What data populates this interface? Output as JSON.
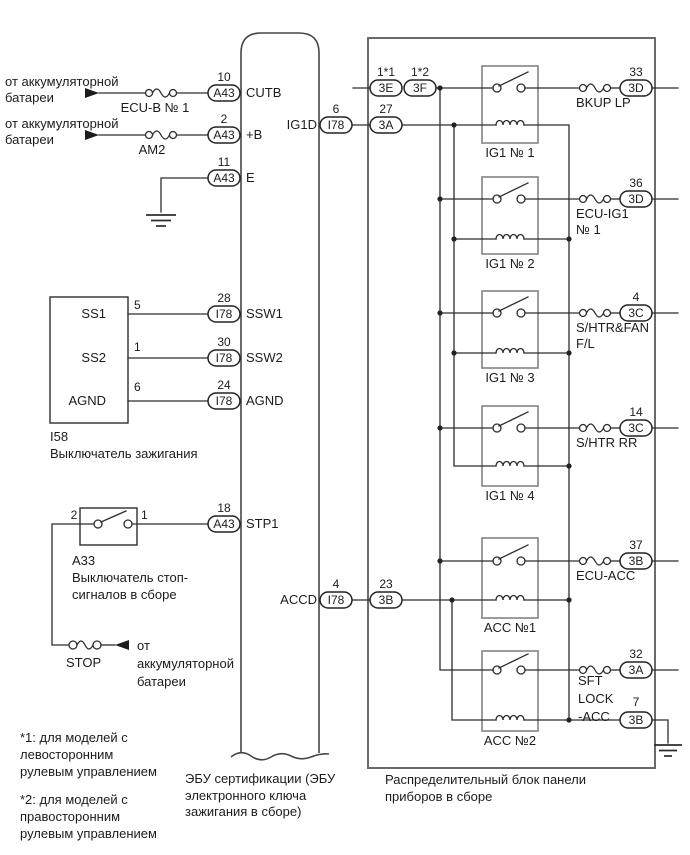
{
  "colors": {
    "line": "#2d2d2d",
    "structure_box": "#6a6a6a",
    "relay_box": "#8a8a8a",
    "background": "#ffffff"
  },
  "left": {
    "bat1": {
      "src1": "от аккумуляторной",
      "src2": "батареи",
      "fuse": "ECU-B № 1",
      "pin": "10",
      "conn": "A43",
      "signal": "CUTB"
    },
    "bat2": {
      "src1": "от аккумуляторной",
      "src2": "батареи",
      "fuse": "AM2",
      "pin": "2",
      "conn": "A43",
      "signal": "+B"
    },
    "gnd": {
      "pin": "11",
      "conn": "A43",
      "signal": "E"
    }
  },
  "i58": {
    "id": "I58",
    "label": "Выключатель зажигания",
    "rows": [
      {
        "term": "SS1",
        "pin": "5",
        "ecu_pin": "28",
        "conn": "I78",
        "signal": "SSW1"
      },
      {
        "term": "SS2",
        "pin": "1",
        "ecu_pin": "30",
        "conn": "I78",
        "signal": "SSW2"
      },
      {
        "term": "AGND",
        "pin": "6",
        "ecu_pin": "24",
        "conn": "I78",
        "signal": "AGND"
      }
    ]
  },
  "a33": {
    "id": "A33",
    "label1": "Выключатель стоп-",
    "label2": "сигналов в сборе",
    "pin_l": "2",
    "pin_r": "1",
    "ecu_pin": "18",
    "conn": "A43",
    "signal": "STP1",
    "fuse": "STOP",
    "src1": "от",
    "src2": "аккумуляторной",
    "src3": "батареи"
  },
  "ecu": {
    "label1": "ЭБУ сертификации (ЭБУ",
    "label2": "электронного ключа",
    "label3": "зажигания в сборе)",
    "ig1d": {
      "signal": "IG1D",
      "pin": "6",
      "conn": "I78"
    },
    "accd": {
      "signal": "ACCD",
      "pin": "4",
      "conn": "I78"
    }
  },
  "jb": {
    "label1": "Распределительный блок панели",
    "label2": "приборов в сборе",
    "in_3e": {
      "pin": "1*1",
      "conn": "3E"
    },
    "in_3f": {
      "pin": "1*2",
      "conn": "3F"
    },
    "in_3a": {
      "pin": "27",
      "conn": "3A"
    },
    "in_3b": {
      "pin": "23",
      "conn": "3B"
    },
    "relays": [
      "IG1 № 1",
      "IG1 № 2",
      "IG1 № 3",
      "IG1 № 4",
      "ACC №1",
      "ACC №2"
    ],
    "outputs": [
      {
        "fuse_lines": [
          "BKUP LP"
        ],
        "pin": "33",
        "conn": "3D"
      },
      {
        "fuse_lines": [
          "ECU-IG1",
          "№ 1"
        ],
        "pin": "36",
        "conn": "3D"
      },
      {
        "fuse_lines": [
          "S/HTR&FAN",
          "F/L"
        ],
        "pin": "4",
        "conn": "3C"
      },
      {
        "fuse_lines": [
          "S/HTR RR"
        ],
        "pin": "14",
        "conn": "3C"
      },
      {
        "fuse_lines": [
          "ECU-ACC"
        ],
        "pin": "37",
        "conn": "3B"
      },
      {
        "fuse_lines": [
          "SFT",
          "LOCK",
          "-ACC"
        ],
        "pin": "32",
        "conn": "3A"
      }
    ],
    "gnd_out": {
      "pin": "7",
      "conn": "3B"
    }
  },
  "notes": {
    "n1a": "*1: для моделей с",
    "n1b": "левосторонним",
    "n1c": "рулевым управлением",
    "n2a": "*2: для моделей с",
    "n2b": "правосторонним",
    "n2c": "рулевым управлением"
  }
}
